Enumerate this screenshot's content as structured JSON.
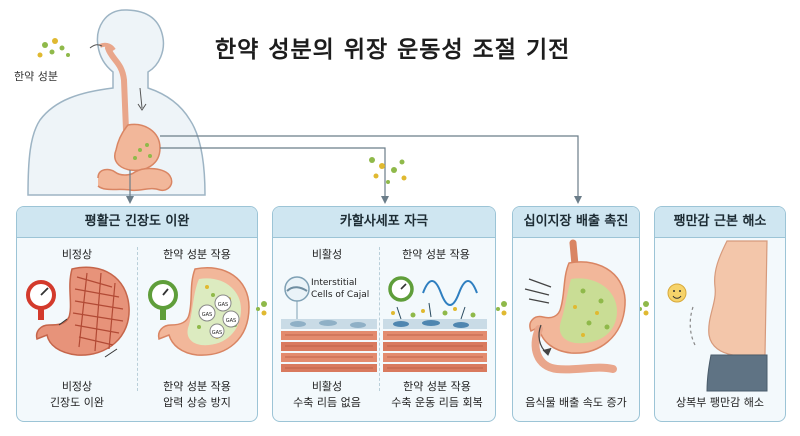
{
  "title": "한약 성분의 위장 운동성 조절 기전",
  "herb_label": "한약 성분",
  "panels": [
    {
      "title": "평활근 긴장도 이완",
      "left_label": "비정상",
      "right_label": "한약 성분 작용",
      "left_caption": [
        "비정상",
        "긴장도 이완"
      ],
      "right_caption": [
        "한약 성분 작용",
        "압력 상승 방지"
      ],
      "gas_labels": [
        "GAS",
        "GAS",
        "GAS",
        "GAS"
      ]
    },
    {
      "title": "카할사세포 자극",
      "left_label": "비활성",
      "right_label": "한약 성분 작용",
      "icc_label": [
        "Interstitial",
        "Cells of Cajal"
      ],
      "left_caption": [
        "비활성",
        "수축 리듬 없음"
      ],
      "right_caption": [
        "한약 성분 작용",
        "수축 운동 리듬 회복"
      ]
    },
    {
      "title": "십이지장 배출 촉진",
      "caption": "음식물 배출 속도 증가"
    },
    {
      "title": "팽만감 근본 해소",
      "caption": "상복부 팽만감 해소"
    }
  ],
  "colors": {
    "panel_header": "#cfe6f1",
    "panel_border": "#9cc4d6",
    "herb_green": "#8fb94a",
    "herb_yellow": "#e0b930",
    "stomach": "#f2b79a",
    "stomach_dark": "#d98563",
    "gauge_red": "#d33a2c",
    "gauge_green": "#5f9e3a"
  }
}
